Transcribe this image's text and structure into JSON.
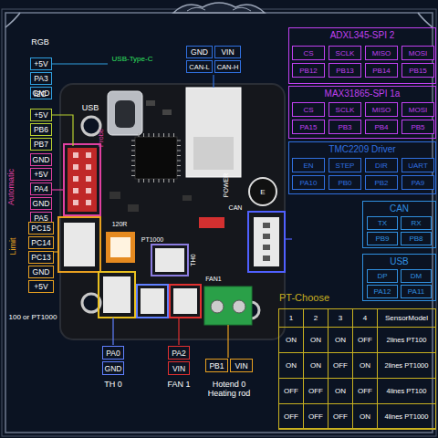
{
  "diagram": {
    "nodes": [
      {
        "text": [
          "ADXL345-SPI 2"
        ]
      },
      {
        "text": [
          "MAX31865-SPI 1a"
        ]
      },
      {
        "text": [
          "TMC2209 Driver"
        ]
      },
      {
        "text": [
          "CAN"
        ]
      },
      {
        "text": [
          "USB"
        ]
      },
      {
        "text": [
          "PT-Choose"
        ]
      }
    ],
    "labels": [
      "RGB",
      "+5V",
      "PA3",
      "GND",
      "I2C",
      "+5V",
      "PB6",
      "PB7",
      "USB",
      "Probe",
      "Automatic",
      "Limit",
      "GND",
      "+5V",
      "PA4",
      "GND",
      "PA5",
      "PC15",
      "PC14",
      "PC13",
      "GND",
      "+5V",
      "100 or PT1000",
      "USB-Type-C",
      "GND",
      "VIN",
      "CAN-L",
      "CAN-H",
      "POWER",
      "E",
      "CAN",
      "120R",
      "PT1000",
      "TH0",
      "FAN1",
      "PA0",
      "GND",
      "TH 0",
      "PA2",
      "VIN",
      "FAN 1",
      "PB1",
      "VIN",
      "Hotend 0 Heating rod",
      "CS",
      "SCLK",
      "MISO",
      "MOSI",
      "PB12",
      "PB13",
      "PB14",
      "PB15",
      "CS",
      "SCLK",
      "MISO",
      "MOSI",
      "PA15",
      "PB3",
      "PB4",
      "PB5",
      "EN",
      "STEP",
      "DIR",
      "UART",
      "PA10",
      "PB0",
      "PB2",
      "PA9",
      "TX",
      "RX",
      "PB9",
      "PB8",
      "DP",
      "DM",
      "PA12",
      "PA11",
      "1",
      "2",
      "3",
      "4",
      "SensorModel",
      "ON",
      "ON",
      "ON",
      "OFF",
      "2lines PT100",
      "ON",
      "ON",
      "OFF",
      "ON",
      "2lines PT1000",
      "OFF",
      "OFF",
      "ON",
      "OFF",
      "4lines PT100",
      "OFF",
      "OFF",
      "OFF",
      "ON",
      "4lines PT1000"
    ]
  }
}
